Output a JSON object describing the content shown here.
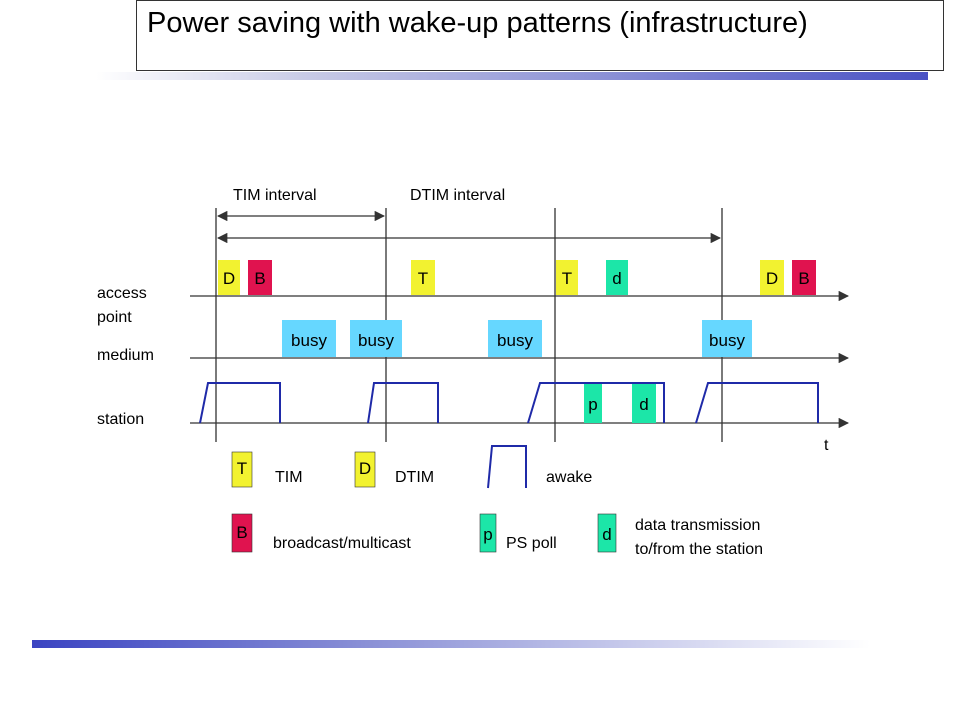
{
  "title": "Power saving with wake-up patterns (infrastructure)",
  "colors": {
    "dtim_tim": "#f2f230",
    "broadcast": "#e0134f",
    "data": "#1ce6a8",
    "busy": "#66d7ff",
    "awake_line": "#1f2aa8"
  },
  "intervals": {
    "tim": "TIM interval",
    "dtim": "DTIM interval"
  },
  "rows": {
    "access_point_line1": "access",
    "access_point_line2": "point",
    "medium": "medium",
    "station": "station"
  },
  "time_axis": "t",
  "ap_frames": [
    "D",
    "B",
    "T",
    "T",
    "d",
    "D",
    "B"
  ],
  "medium_busy": [
    "busy",
    "busy",
    "busy",
    "busy"
  ],
  "station_frames": [
    "p",
    "d"
  ],
  "legend": {
    "tim_symbol": "T",
    "tim_label": "TIM",
    "dtim_symbol": "D",
    "dtim_label": "DTIM",
    "awake_label": "awake",
    "broadcast_symbol": "B",
    "broadcast_label": "broadcast/multicast",
    "pspoll_symbol": "p",
    "pspoll_label": "PS poll",
    "data_symbol": "d",
    "data_label_line1": "data transmission",
    "data_label_line2": "to/from the station"
  }
}
